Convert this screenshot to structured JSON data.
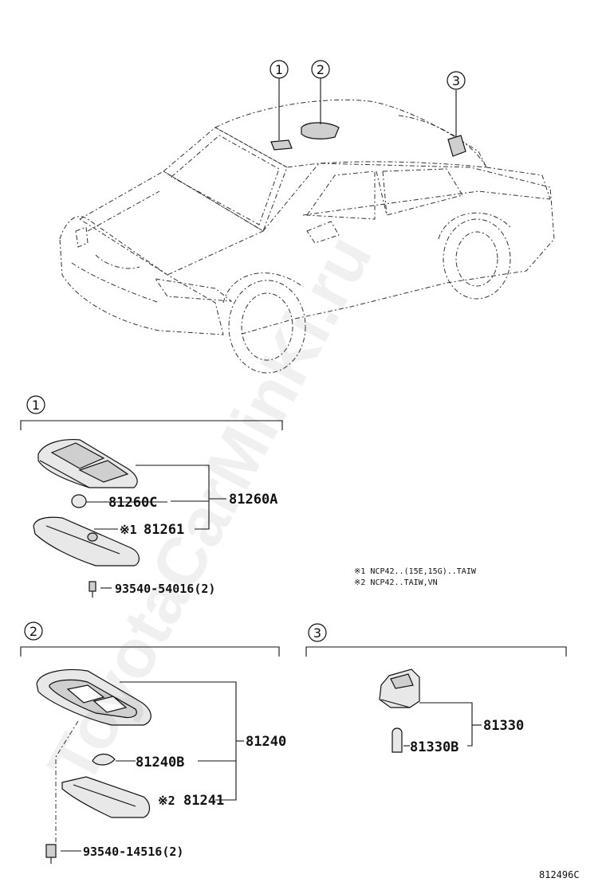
{
  "watermark": "ToyotaCarMinKi.ru",
  "diagram_id": "812496C",
  "callouts": {
    "one": "1",
    "two": "2",
    "three": "3"
  },
  "notes": {
    "note1": "※1 NCP42..(15E,15G)..TAIW",
    "note2": "※2 NCP42..TAIW,VN"
  },
  "section1": {
    "assembly": "81260A",
    "bulb": "81260C",
    "lens_mark": "※1",
    "lens": "81261",
    "screw": "93540-54016(2)"
  },
  "section2": {
    "assembly": "81240",
    "bulb": "81240B",
    "lens_mark": "※2",
    "lens": "81241",
    "screw": "93540-14516(2)"
  },
  "section3": {
    "assembly": "81330",
    "bulb": "81330B"
  }
}
